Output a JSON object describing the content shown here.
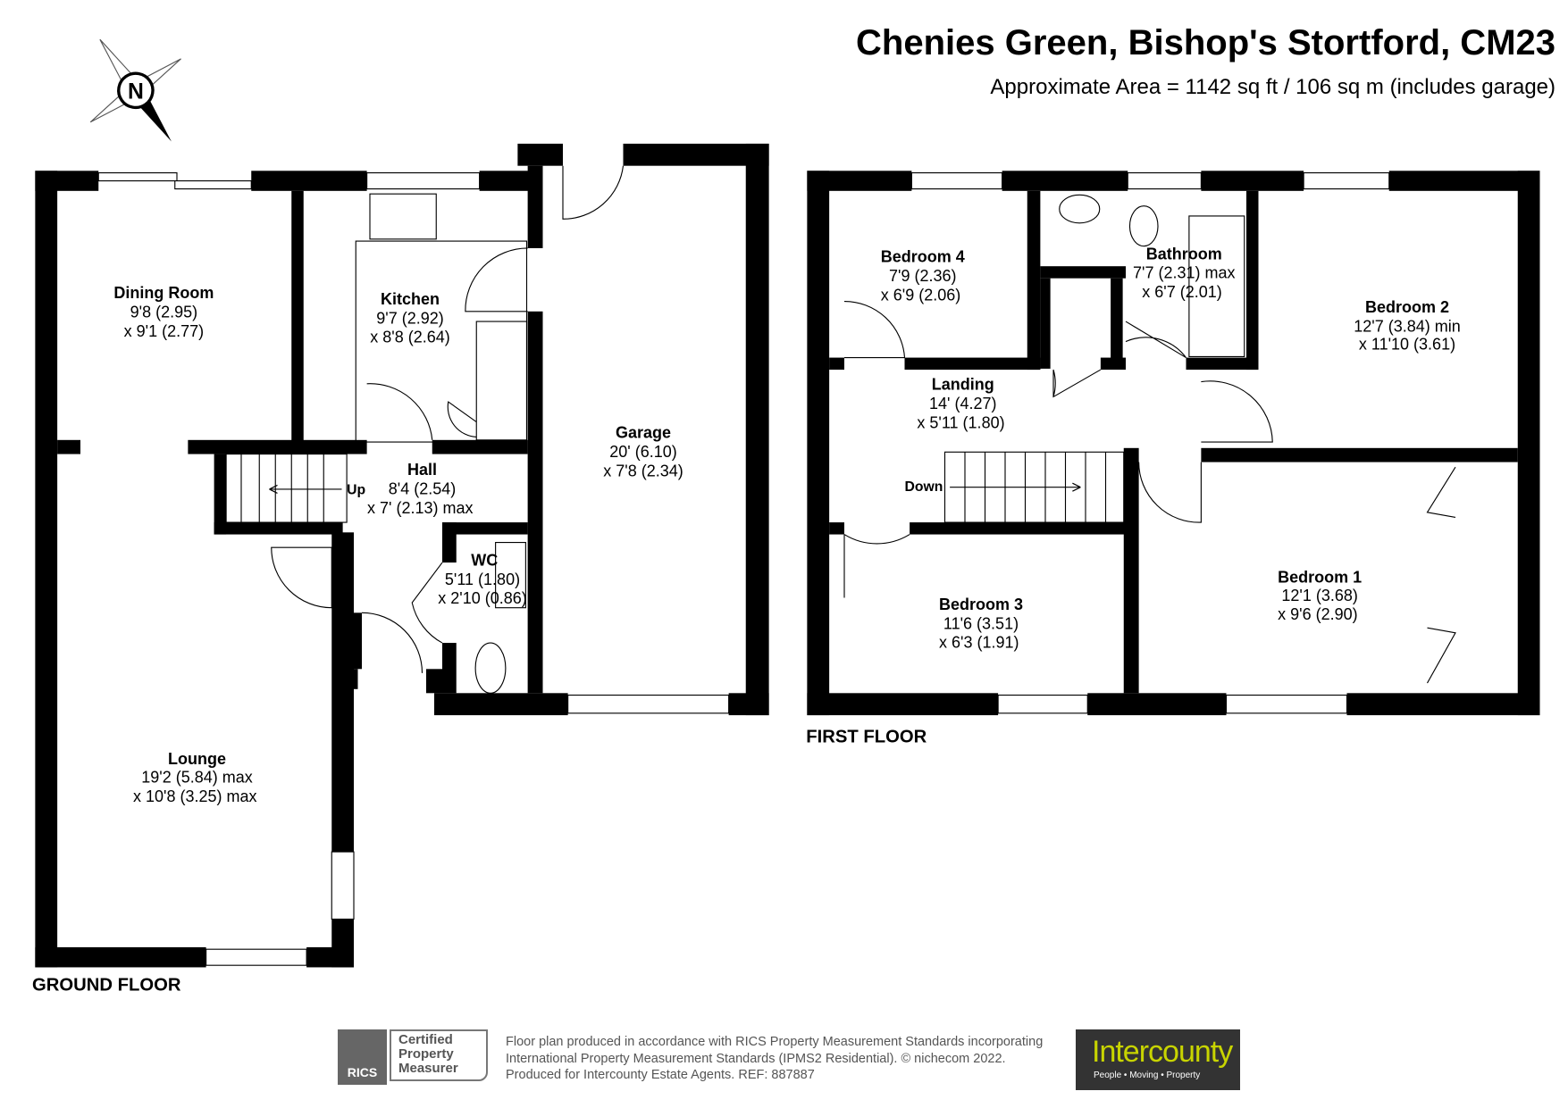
{
  "header": {
    "title": "Chenies Green, Bishop's Stortford, CM23",
    "subtitle": "Approximate Area = 1142 sq ft / 106 sq m (includes garage)"
  },
  "compass": {
    "label": "N"
  },
  "ground_floor": {
    "label": "GROUND FLOOR",
    "rooms": [
      {
        "name": "Dining Room",
        "dim1": "9'8 (2.95)",
        "dim2": "x 9'1 (2.77)"
      },
      {
        "name": "Kitchen",
        "dim1": "9'7 (2.92)",
        "dim2": "x 8'8 (2.64)"
      },
      {
        "name": "Garage",
        "dim1": "20' (6.10)",
        "dim2": "x 7'8 (2.34)"
      },
      {
        "name": "Hall",
        "dim1": "8'4 (2.54)",
        "dim2": "x 7' (2.13) max"
      },
      {
        "name": "WC",
        "dim1": "5'11 (1.80)",
        "dim2": "x 2'10 (0.86)"
      },
      {
        "name": "Lounge",
        "dim1": "19'2 (5.84) max",
        "dim2": "x 10'8 (3.25) max"
      }
    ],
    "stairs_label": "Up"
  },
  "first_floor": {
    "label": "FIRST FLOOR",
    "rooms": [
      {
        "name": "Bedroom 4",
        "dim1": "7'9 (2.36)",
        "dim2": "x 6'9 (2.06)"
      },
      {
        "name": "Bathroom",
        "dim1": "7'7 (2.31) max",
        "dim2": "x 6'7 (2.01)"
      },
      {
        "name": "Bedroom 2",
        "dim1": "12'7 (3.84) min",
        "dim2": "x 11'10 (3.61)"
      },
      {
        "name": "Landing",
        "dim1": "14' (4.27)",
        "dim2": "x 5'11 (1.80)"
      },
      {
        "name": "Bedroom 3",
        "dim1": "11'6 (3.51)",
        "dim2": "x 6'3 (1.91)"
      },
      {
        "name": "Bedroom 1",
        "dim1": "12'1 (3.68)",
        "dim2": "x 9'6 (2.90)"
      }
    ],
    "stairs_label": "Down"
  },
  "footer": {
    "rics_mark": "RICS",
    "certified": [
      "Certified",
      "Property",
      "Measurer"
    ],
    "lines": [
      "Floor plan produced in accordance with RICS Property Measurement Standards incorporating",
      "International Property Measurement Standards (IPMS2 Residential).   © nichecom 2022.",
      "Produced for Intercounty Estate Agents.   REF:  887887"
    ],
    "logo_name": "Intercounty",
    "logo_tagline": "People  •  Moving  •  Property",
    "logo_bg": "#333333",
    "logo_color": "#c8d400"
  }
}
